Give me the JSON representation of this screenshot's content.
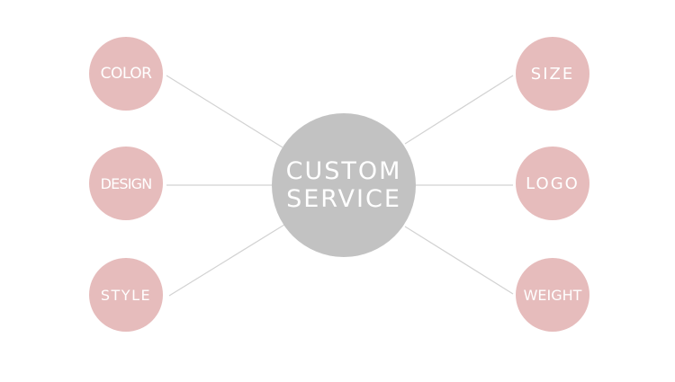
{
  "diagram": {
    "center": {
      "line1": "CUSTOM",
      "line2": "SERVICE"
    },
    "nodes": {
      "color": "COLOR",
      "design": "DESIGN",
      "style": "STYLE",
      "size": "SIZE",
      "logo": "LOGO",
      "weight": "WEIGHT"
    }
  },
  "colors": {
    "satellite_fill": "#e6bcbc",
    "center_fill": "#c2c2c2",
    "connector": "#d2d2d2",
    "text": "#ffffff"
  }
}
